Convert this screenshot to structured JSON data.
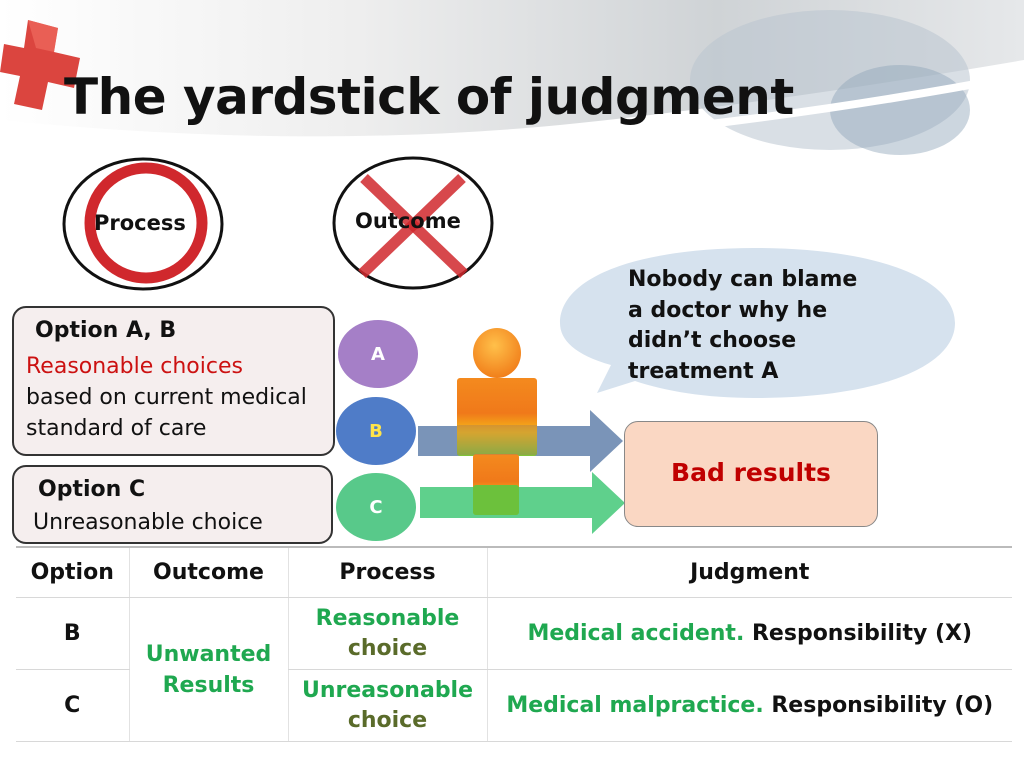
{
  "title": "The yardstick of judgment",
  "circles": {
    "process_label": "Process",
    "outcome_label": "Outcome"
  },
  "options": {
    "ab": {
      "title": "Option A, B",
      "red_text": "Reasonable choices",
      "line2": "based on current medical",
      "line3": "standard of care"
    },
    "c": {
      "title": "Option C",
      "red_text": "Unreasonable choice"
    },
    "circle_a": "A",
    "circle_b": "B",
    "circle_c": "C"
  },
  "bubble": {
    "line1": "Nobody can blame",
    "line2": "a doctor why he",
    "line3": "didn’t choose",
    "line4": "treatment A"
  },
  "bad_results": "Bad results",
  "table": {
    "headers": [
      "Option",
      "Outcome",
      "Process",
      "Judgment"
    ],
    "rows": [
      {
        "option": "B",
        "process_line1": "Reasonable",
        "process_line2": "choice",
        "judgment_green": "Medical accident.",
        "judgment_black": "Responsibility (X)"
      },
      {
        "option": "C",
        "process_line1": "Unreasonable",
        "process_line2": "choice",
        "judgment_green": "Medical malpractice.",
        "judgment_black": "Responsibility (O)"
      }
    ],
    "outcome_line1": "Unwanted",
    "outcome_line2": "Results"
  },
  "colors": {
    "circle_a": "#a57fc7",
    "circle_b": "#4f7cc8",
    "circle_c": "#58c98a",
    "red": "#cc1111",
    "green": "#1fa850"
  }
}
